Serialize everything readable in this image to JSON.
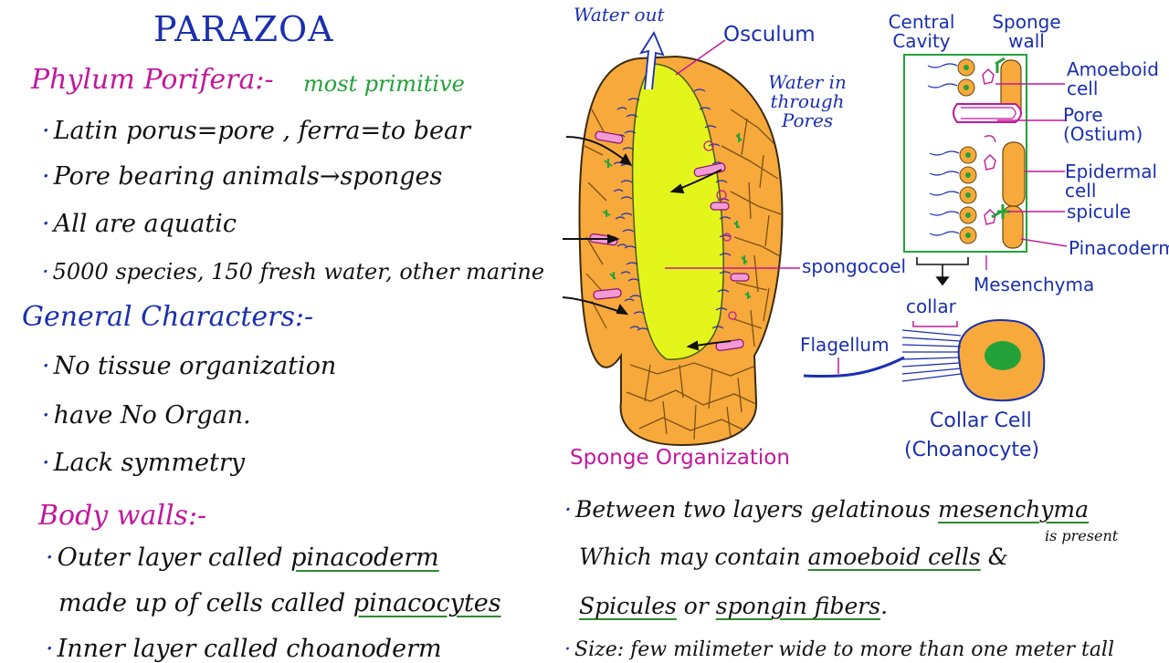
{
  "left": {
    "title": "PARAZOA",
    "phylum_heading": "Phylum Porifera:-",
    "phylum_note": "most primitive",
    "phylum_points": [
      "Latin porus=pore , ferra=to bear",
      "Pore bearing animals→sponges",
      "All are aquatic",
      "5000 species, 150 fresh water, other marine"
    ],
    "general_heading": "General Characters:-",
    "general_points": [
      "No tissue organization",
      "have No Organ.",
      "Lack symmetry"
    ],
    "body_heading": "Body walls:-",
    "body_line1_pre": "Outer layer called ",
    "body_line1_term": "pinacoderm",
    "body_line2_pre": "made up of cells called ",
    "body_line2_term": "pinacocytes",
    "body_line3": "Inner layer called choanoderm"
  },
  "diagram": {
    "water_out": "Water out",
    "osculum": "Osculum",
    "water_in": "Water in through Pores",
    "spongocoel": "spongocoel",
    "caption": "Sponge Organization",
    "central_cavity": "Central Cavity",
    "sponge_wall": "Sponge wall",
    "amoeboid_cell": "Amoeboid cell",
    "pore": "Pore (Ostium)",
    "epidermal_cell": "Epidermal cell",
    "spicule": "spicule",
    "pinacoderm": "Pinacoderm",
    "mesenchyma": "Mesenchyma",
    "collar": "collar",
    "flagellum": "Flagellum",
    "collar_cell": "Collar Cell",
    "choanocyte": "(Choanocyte)"
  },
  "right_notes": {
    "line1_pre": "Between two layers gelatinous ",
    "line1_term": "mesenchyma",
    "line1_sub": "is present",
    "line2_pre": "Which may contain ",
    "line2_term": "amoeboid cells",
    "line2_post": " &",
    "line3_term1": "Spicules",
    "line3_mid": " or ",
    "line3_term2": "spongin fibers",
    "line3_post": ".",
    "line4": "Size: few milimeter wide to more than one meter tall"
  },
  "colors": {
    "ink_blue": "#1a2fb0",
    "pink": "#c2189b",
    "green": "#23a23a",
    "orange": "#f7a93b",
    "yellow_green": "#e4f51c"
  }
}
